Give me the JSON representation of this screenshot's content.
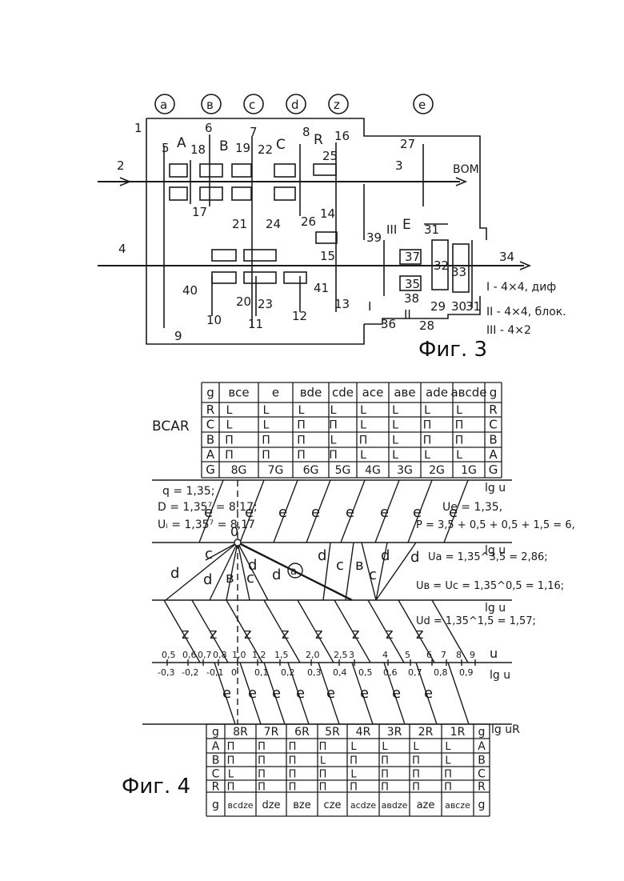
{
  "fig3": {
    "caption": "Фиг. 3",
    "circle_labels": [
      "a",
      "в",
      "c",
      "d",
      "z",
      "e"
    ],
    "part_numbers": [
      "1",
      "2",
      "3",
      "4",
      "5",
      "6",
      "7",
      "8",
      "9",
      "10",
      "11",
      "12",
      "13",
      "14",
      "15",
      "16",
      "17",
      "18",
      "19",
      "20",
      "21",
      "22",
      "23",
      "24",
      "25",
      "26",
      "27",
      "28",
      "29",
      "30",
      "31",
      "31",
      "32",
      "33",
      "34",
      "35",
      "36",
      "37",
      "38",
      "39",
      "40",
      "41"
    ],
    "clutch_letters": [
      "A",
      "B",
      "C",
      "R",
      "E"
    ],
    "pto_label": "ВОМ",
    "roman_labels": [
      "I",
      "II",
      "III"
    ],
    "legend": [
      "I - 4×4, диф",
      "II - 4×4, блок.",
      "III - 4×2"
    ]
  },
  "fig4": {
    "caption": "Фиг. 4",
    "top_table": {
      "headers": [
        "g",
        "вce",
        "e",
        "вde",
        "cde",
        "ace",
        "aвe",
        "ade",
        "aвcde",
        "g"
      ],
      "rows": [
        {
          "label": "R",
          "cells": [
            "L",
            "L",
            "L",
            "L",
            "L",
            "L",
            "L",
            "L"
          ],
          "end": "R"
        },
        {
          "label": "C",
          "cells": [
            "L",
            "L",
            "П",
            "П",
            "L",
            "L",
            "П",
            "П"
          ],
          "end": "C"
        },
        {
          "label": "B",
          "cells": [
            "П",
            "П",
            "П",
            "L",
            "П",
            "L",
            "П",
            "П"
          ],
          "end": "B"
        },
        {
          "label": "A",
          "cells": [
            "П",
            "П",
            "П",
            "П",
            "L",
            "L",
            "L",
            "L"
          ],
          "end": "A"
        },
        {
          "label": "G",
          "cells": [
            "8G",
            "7G",
            "6G",
            "5G",
            "4G",
            "3G",
            "2G",
            "1G"
          ],
          "end": "G"
        }
      ],
      "side_label": "BCAR"
    },
    "bottom_table": {
      "headers": [
        "g",
        "8R",
        "7R",
        "6R",
        "5R",
        "4R",
        "3R",
        "2R",
        "1R",
        "g"
      ],
      "rows": [
        {
          "label": "A",
          "cells": [
            "П",
            "П",
            "П",
            "П",
            "L",
            "L",
            "L",
            "L"
          ],
          "end": "A"
        },
        {
          "label": "B",
          "cells": [
            "П",
            "П",
            "П",
            "L",
            "П",
            "П",
            "П",
            "L"
          ],
          "end": "B"
        },
        {
          "label": "C",
          "cells": [
            "L",
            "П",
            "П",
            "П",
            "L",
            "П",
            "П",
            "П"
          ],
          "end": "C"
        },
        {
          "label": "R",
          "cells": [
            "П",
            "П",
            "П",
            "П",
            "П",
            "П",
            "П",
            "П"
          ],
          "end": "R"
        },
        {
          "label": "g",
          "cells": [
            "вcdze",
            "dze",
            "вze",
            "cze",
            "acdze",
            "aвdze",
            "aze",
            "aвcze"
          ],
          "end": "g"
        }
      ]
    },
    "formulas_left": [
      "q = 1,35;",
      "D = 1,35⁷ = 8,17;",
      "Uᵢ = 1,35⁷ = 8,17"
    ],
    "formulas_right": [
      "Ue = 1,35,",
      "P = 3,5 + 0,5 + 0,5 + 1,5 = 6,",
      "Ua = 1,35^3,5 = 2,86;",
      "Uв = Uc = 1,35^0,5 = 1,16;",
      "Ud = 1,35^1,5 = 1,57;"
    ],
    "axis_label": "lg u",
    "axis_label_r": "lg uR",
    "u_label": "u",
    "u_ticks": [
      "0,5",
      "0,6",
      "0,7",
      "0,8",
      "1,0",
      "1,2",
      "1,5",
      "2,0",
      "2,5",
      "3",
      "4",
      "5",
      "6",
      "7",
      "8",
      "9"
    ],
    "lg_ticks": [
      "-0,3",
      "-0,2",
      "-0,1",
      "0",
      "0,1",
      "0,2",
      "0,3",
      "0,4",
      "0,5",
      "0,6",
      "0,7",
      "0,8",
      "0,9"
    ],
    "origin_label": "0",
    "circled_a": "a",
    "ray_letters": {
      "e": "e",
      "d": "d",
      "c": "c",
      "b": "в",
      "z": "z"
    }
  }
}
